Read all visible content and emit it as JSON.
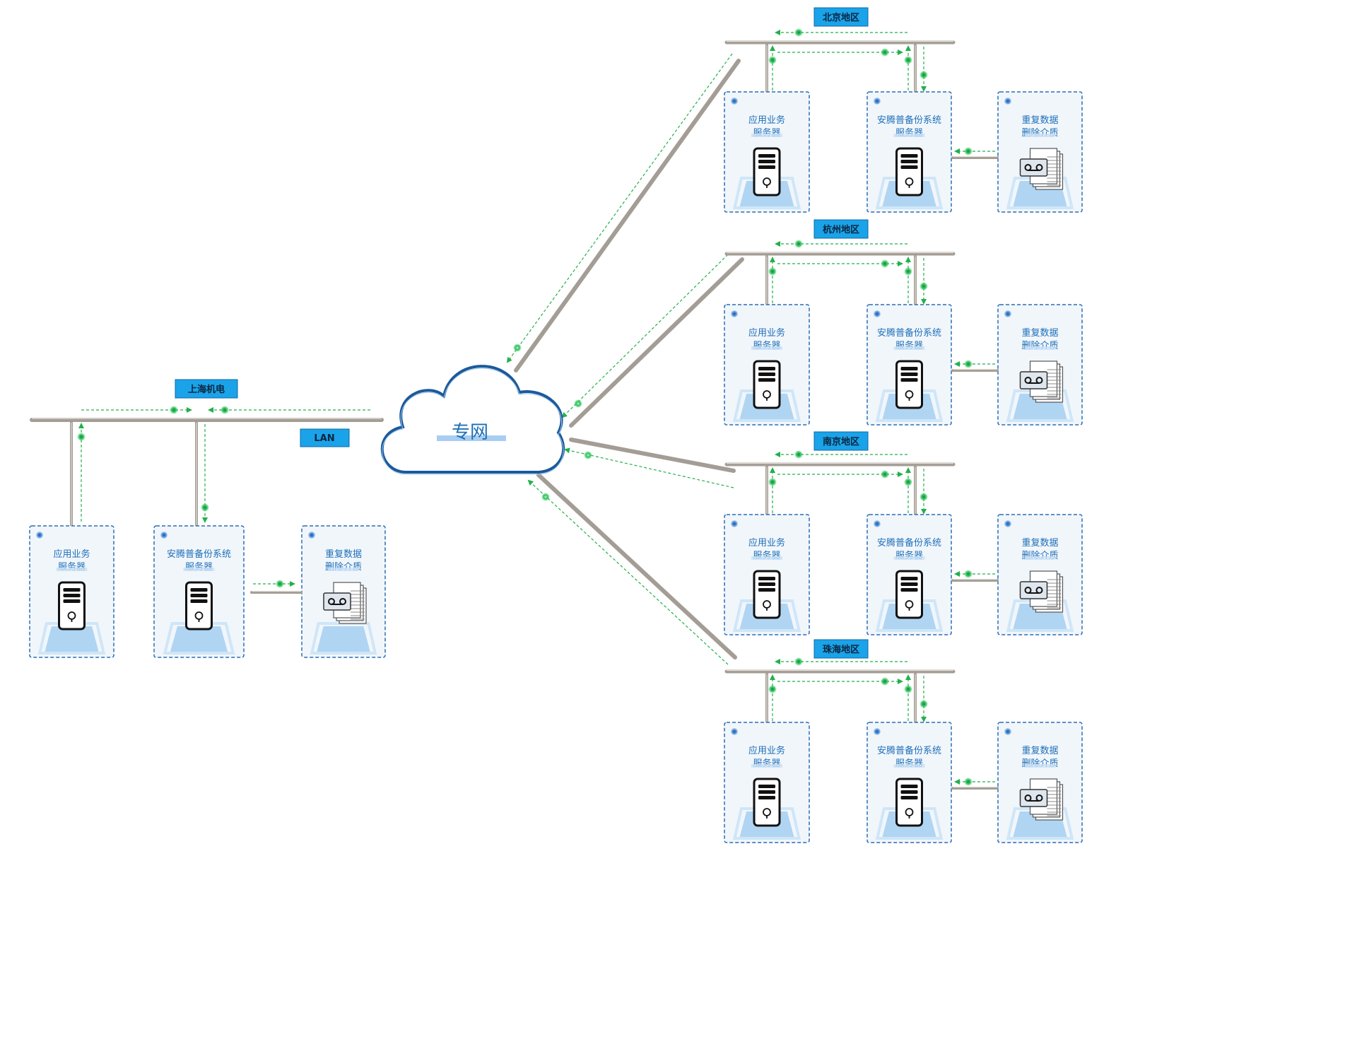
{
  "cloud": {
    "label": "专网"
  },
  "lan_tag": "LAN",
  "sites": [
    {
      "id": "shanghai",
      "tag": "上海机电",
      "boxes": [
        {
          "kind": "server",
          "lines": [
            "应用业务",
            "服务器"
          ]
        },
        {
          "kind": "server",
          "lines": [
            "安腾普备份系统",
            "服务器"
          ]
        },
        {
          "kind": "tape",
          "lines": [
            "重复数据",
            "删除介质"
          ]
        }
      ]
    },
    {
      "id": "beijing",
      "tag": "北京地区",
      "boxes": [
        {
          "kind": "server",
          "lines": [
            "应用业务",
            "服务器"
          ]
        },
        {
          "kind": "server",
          "lines": [
            "安腾普备份系统",
            "服务器"
          ]
        },
        {
          "kind": "tape",
          "lines": [
            "重复数据",
            "删除介质"
          ]
        }
      ]
    },
    {
      "id": "hangzhou",
      "tag": "杭州地区",
      "boxes": [
        {
          "kind": "server",
          "lines": [
            "应用业务",
            "服务器"
          ]
        },
        {
          "kind": "server",
          "lines": [
            "安腾普备份系统",
            "服务器"
          ]
        },
        {
          "kind": "tape",
          "lines": [
            "重复数据",
            "删除介质"
          ]
        }
      ]
    },
    {
      "id": "nanjing",
      "tag": "南京地区",
      "boxes": [
        {
          "kind": "server",
          "lines": [
            "应用业务",
            "服务器"
          ]
        },
        {
          "kind": "server",
          "lines": [
            "安腾普备份系统",
            "服务器"
          ]
        },
        {
          "kind": "tape",
          "lines": [
            "重复数据",
            "删除介质"
          ]
        }
      ]
    },
    {
      "id": "zhuhai",
      "tag": "珠海地区",
      "boxes": [
        {
          "kind": "server",
          "lines": [
            "应用业务",
            "服务器"
          ]
        },
        {
          "kind": "server",
          "lines": [
            "安腾普备份系统",
            "服务器"
          ]
        },
        {
          "kind": "tape",
          "lines": [
            "重复数据",
            "删除介质"
          ]
        }
      ]
    }
  ],
  "colors": {
    "tag_bg": "#1aa3e8",
    "box_border": "#2a6db5",
    "box_fill": "#f1f6fb",
    "cable": "#b9b3ab",
    "flow": "#22b04b",
    "cloud_stroke": "#1b5a9b",
    "text": "#1d6fb8"
  },
  "icons": {
    "server": "server-icon",
    "tape": "tape-storage-icon",
    "site_marker": "site-marker-icon"
  }
}
